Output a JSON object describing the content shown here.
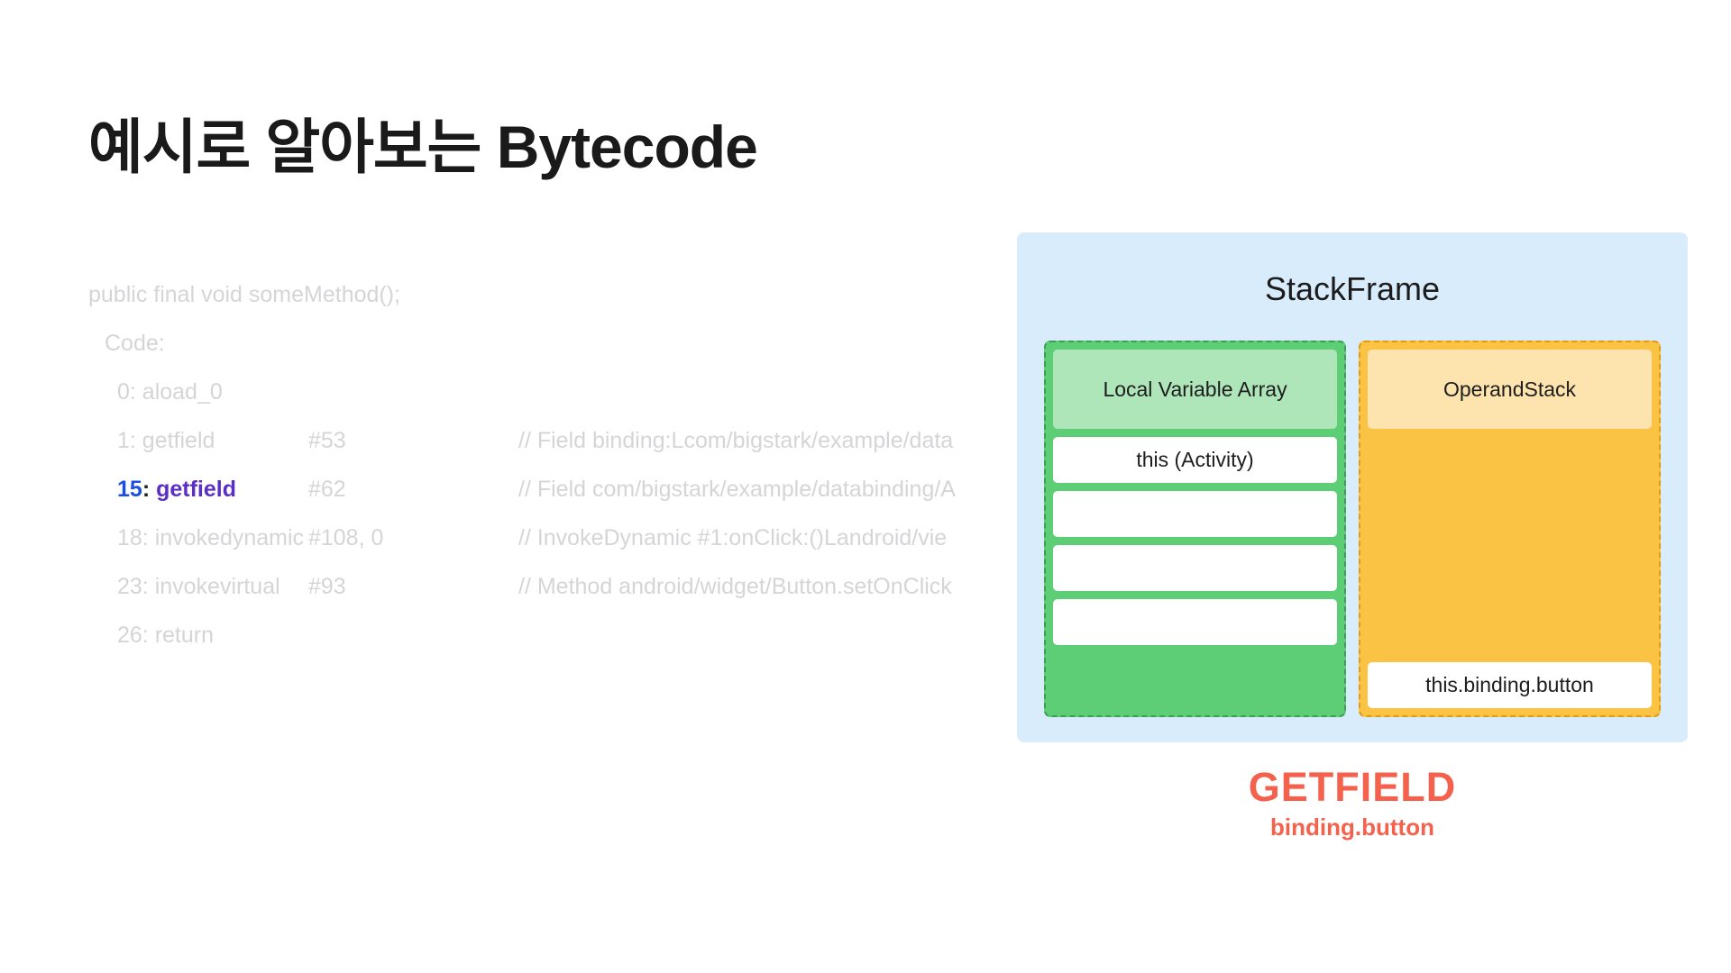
{
  "slide": {
    "title": "예시로 알아보는 Bytecode",
    "background_color": "#ffffff"
  },
  "code": {
    "muted_color": "#d5d5d7",
    "highlight_index_color": "#1a4fe0",
    "highlight_opcode_color": "#5b2fc4",
    "lines": [
      {
        "indent": 0,
        "label": "public final void someMethod();",
        "operand": "",
        "comment": "",
        "active": false
      },
      {
        "indent": 1,
        "label": "Code:",
        "operand": "",
        "comment": "",
        "active": false
      },
      {
        "indent": 2,
        "label": "0: aload_0",
        "operand": "",
        "comment": "",
        "active": false
      },
      {
        "indent": 2,
        "label": "1: getfield",
        "operand": "#53",
        "comment": "// Field binding:Lcom/bigstark/example/data",
        "active": false
      },
      {
        "indent": 2,
        "num": "15",
        "colon": ":",
        "opcode": "getfield",
        "operand": "#62",
        "comment": "// Field com/bigstark/example/databinding/A",
        "active": true
      },
      {
        "indent": 2,
        "label": "18: invokedynamic",
        "operand": "#108,  0",
        "comment": "// InvokeDynamic #1:onClick:()Landroid/vie",
        "active": false
      },
      {
        "indent": 2,
        "label": "23: invokevirtual",
        "operand": "#93",
        "comment": "// Method android/widget/Button.setOnClick",
        "active": false
      },
      {
        "indent": 2,
        "label": "26: return",
        "operand": "",
        "comment": "",
        "active": false
      }
    ]
  },
  "stackframe": {
    "title": "StackFrame",
    "panel_color": "#d8ecfb",
    "local_variable_array": {
      "header": "Local Variable Array",
      "fill_color": "#5ece76",
      "header_color": "#aee6b9",
      "border_color": "#3f9d58",
      "slots": [
        "this (Activity)",
        "",
        "",
        ""
      ]
    },
    "operand_stack": {
      "header": "OperandStack",
      "fill_color": "#fbc343",
      "header_color": "#fde3ad",
      "border_color": "#e09a16",
      "slots": [
        "this.binding.button"
      ]
    }
  },
  "caption": {
    "opcode": "GETFIELD",
    "detail": "binding.button",
    "color": "#f4614c"
  }
}
